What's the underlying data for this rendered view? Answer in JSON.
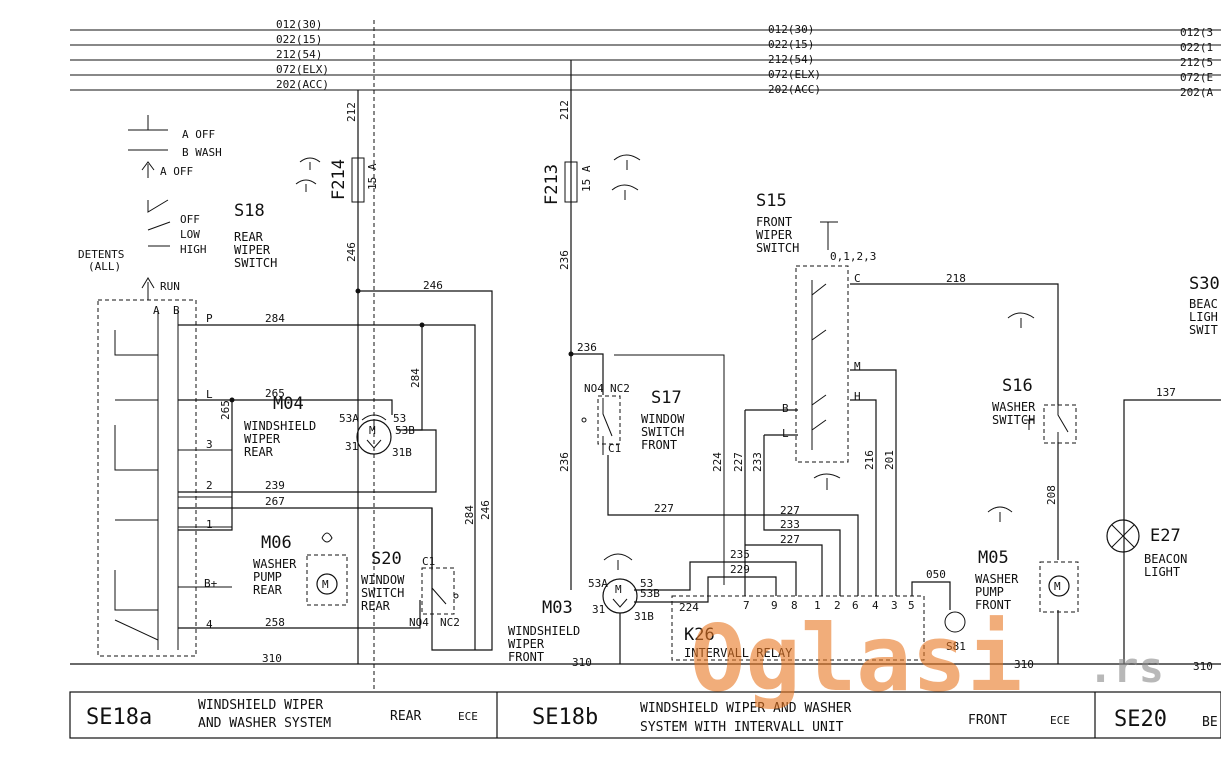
{
  "bus_labels": [
    "012(30)",
    "022(15)",
    "212(54)",
    "072(ELX)",
    "202(ACC)"
  ],
  "bus_labels_right": [
    "012(3",
    "022(1",
    "212(5",
    "072(E",
    "202(A"
  ],
  "switch_positions": {
    "a_off": "A  OFF",
    "b_wash": "B  WASH",
    "a_off_2": "A OFF",
    "off": "OFF",
    "low": "LOW",
    "high": "HIGH",
    "detents": "DETENTS",
    "detents_all": "(ALL)",
    "run": "RUN"
  },
  "components": {
    "s18": {
      "id": "S18",
      "l1": "REAR",
      "l2": "WIPER",
      "l3": "SWITCH"
    },
    "f214": {
      "id": "F214",
      "rating": "15 A"
    },
    "f213": {
      "id": "F213",
      "rating": "15 A"
    },
    "m04": {
      "id": "M04",
      "l1": "WINDSHIELD",
      "l2": "WIPER",
      "l3": "REAR"
    },
    "m06": {
      "id": "M06",
      "l1": "WASHER",
      "l2": "PUMP",
      "l3": "REAR"
    },
    "s20": {
      "id": "S20",
      "l1": "WINDOW",
      "l2": "SWITCH",
      "l3": "REAR"
    },
    "s17": {
      "id": "S17",
      "l1": "WINDOW",
      "l2": "SWITCH",
      "l3": "FRONT"
    },
    "s15": {
      "id": "S15",
      "l1": "FRONT",
      "l2": "WIPER",
      "l3": "SWITCH"
    },
    "s16": {
      "id": "S16",
      "l1": "WASHER",
      "l2": "SWITCH"
    },
    "m03": {
      "id": "M03",
      "l1": "WINDSHIELD",
      "l2": "WIPER",
      "l3": "FRONT"
    },
    "k26": {
      "id": "K26",
      "l1": "INTERVALL RELAY"
    },
    "m05": {
      "id": "M05",
      "l1": "WASHER",
      "l2": "PUMP",
      "l3": "FRONT"
    },
    "e27": {
      "id": "E27",
      "l1": "BEACON",
      "l2": "LIGHT"
    },
    "s30": {
      "id": "S30",
      "l1": "BEAC",
      "l2": "LIGH",
      "l3": "SWIT"
    }
  },
  "wires": {
    "w212": "212",
    "w246": "246",
    "w236": "236",
    "w284": "284",
    "w265": "265",
    "w239": "239",
    "w267": "267",
    "w258": "258",
    "w310": "310",
    "w227": "227",
    "w224": "224",
    "w233": "233",
    "w216": "216",
    "w201": "201",
    "w218": "218",
    "w235": "235",
    "w229": "229",
    "w050": "050",
    "w208": "208",
    "w137": "137"
  },
  "pins": {
    "a": "A",
    "b": "B",
    "p": "P",
    "l": "L",
    "n3": "3",
    "n2": "2",
    "n1": "1",
    "bplus": "B+",
    "n4": "4",
    "p53a": "53A",
    "p53": "53",
    "p53b": "53B",
    "p31": "31",
    "p31b": "31B",
    "nc1": "C1",
    "no4": "NO4",
    "nc2": "NC2",
    "c": "C",
    "m": "M",
    "h": "H",
    "bb": "B",
    "ll": "L",
    "s15pos": "0,1,2,3",
    "k7": "7",
    "k9": "9",
    "k8": "8",
    "k1": "1",
    "k2": "2",
    "k6": "6",
    "k4": "4",
    "k3": "3",
    "k5": "5",
    "d51": "S81"
  },
  "footer": {
    "se18a_code": "SE18a",
    "se18a_title1": "WINDSHIELD WIPER",
    "se18a_title2": "AND WASHER SYSTEM",
    "se18a_pos": "REAR",
    "se18a_std": "ECE",
    "se18b_code": "SE18b",
    "se18b_title1": "WINDSHIELD WIPER AND WASHER",
    "se18b_title2": "SYSTEM WITH INTERVALL UNIT",
    "se18b_pos": "FRONT",
    "se18b_std": "ECE",
    "se20_code": "SE20",
    "se20_title": "BE"
  },
  "watermark": {
    "brand": "Oglasi",
    "tld": ".rs"
  }
}
